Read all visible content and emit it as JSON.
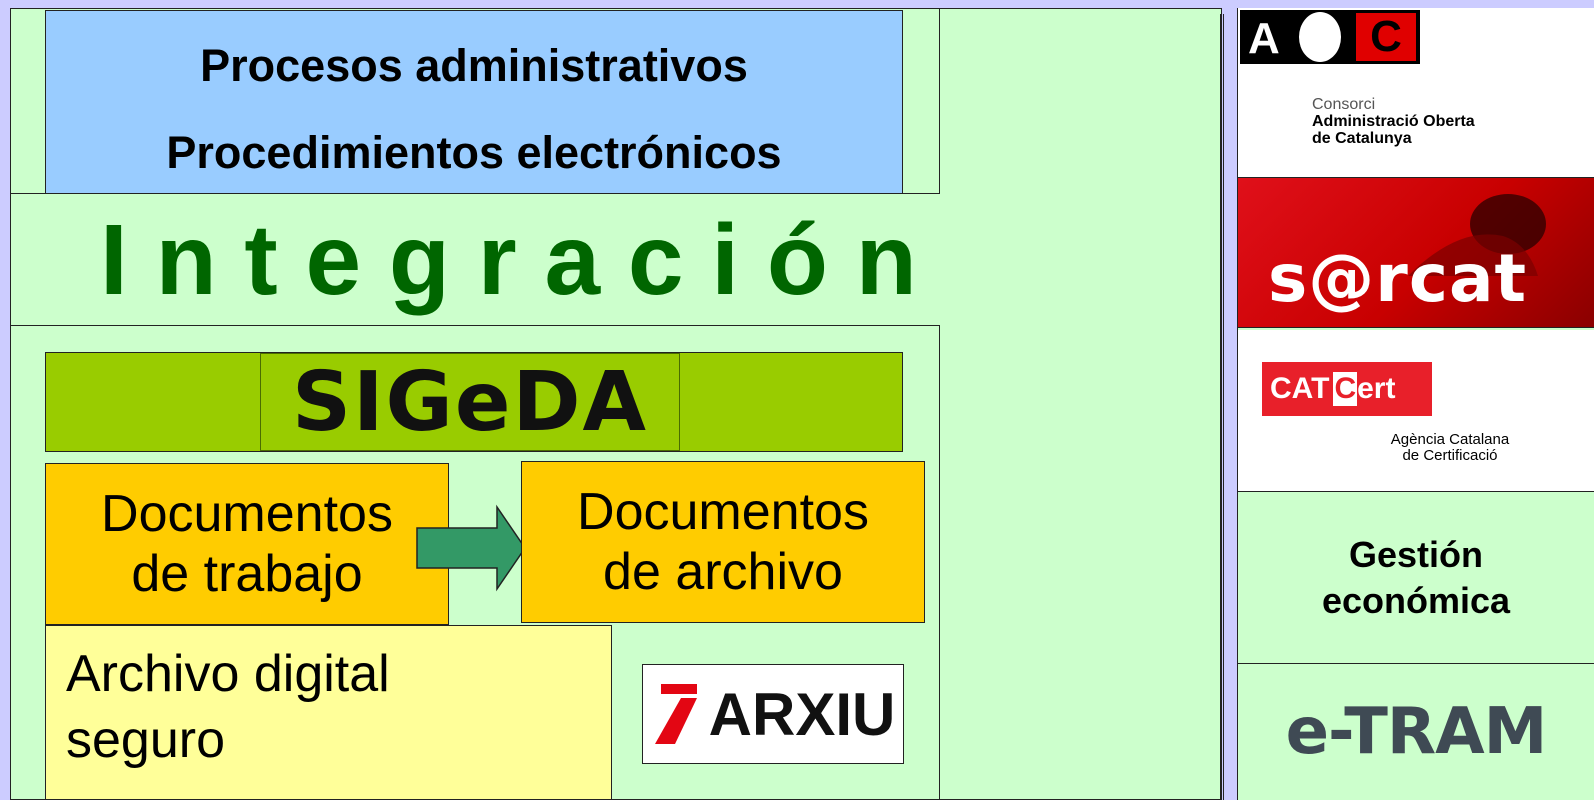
{
  "top_box": {
    "line1": "Procesos administrativos",
    "line2": "Procedimientos electrónicos"
  },
  "integracion": "I n t e g r a c i ó n",
  "sigeda": {
    "logo_text": "SIGeDA"
  },
  "docs": {
    "work": "Documentos de trabajo",
    "archive": "Documentos de archivo"
  },
  "archivo_digital": "Archivo digital seguro",
  "iarxiu": {
    "logo_text": "ARXIU"
  },
  "sidebar": {
    "aoc": {
      "logo_letters": [
        "A",
        "C"
      ],
      "line1": "Consorci",
      "line2": "Administració Oberta",
      "line3": "de Catalunya"
    },
    "sarcat": {
      "logo_text": "s@rcat"
    },
    "catcert": {
      "logo_part1": "CAT",
      "logo_part2": "C",
      "logo_part3": "ert",
      "line1": "Agència Catalana",
      "line2": "de Certificació"
    },
    "gestion": {
      "line1": "Gestión",
      "line2": "económica"
    },
    "etram": {
      "logo_text": "e-TRAM"
    }
  },
  "colors": {
    "background": "#ccccff",
    "panel": "#ccffcc",
    "top_box": "#99ccff",
    "title_green": "#006600",
    "sigeda_green": "#99cc00",
    "doc_orange": "#ffcc00",
    "archive_yellow": "#ffff99",
    "arrow": "#339966",
    "aoc_red": "#e00000",
    "sarcat_red": "#d40000",
    "catcert_red": "#e8202a"
  }
}
